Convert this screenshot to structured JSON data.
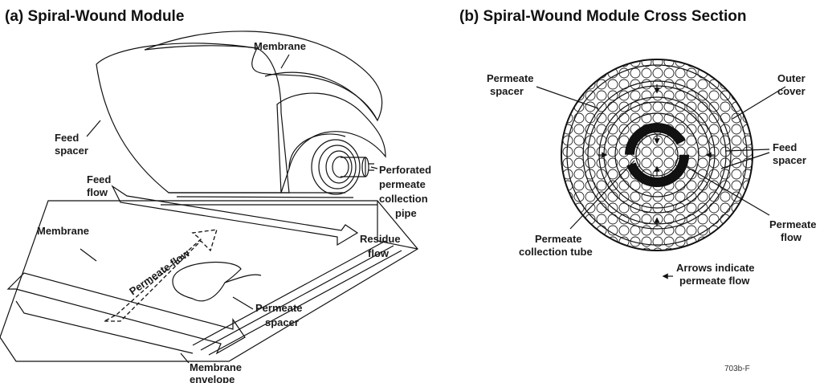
{
  "panel_a": {
    "title": "(a)  Spiral-Wound Module",
    "labels": {
      "membrane_top": "Membrane",
      "feed_spacer_1": "Feed",
      "feed_spacer_2": "spacer",
      "perforated_1": "Perforated",
      "perforated_2": "permeate",
      "perforated_3": "collection",
      "perforated_4": "pipe",
      "feed_flow_1": "Feed",
      "feed_flow_2": "flow",
      "residue_1": "Residue",
      "residue_2": "flow",
      "membrane_left": "Membrane",
      "permeate_flow": "Permeate flow",
      "permeate_spacer_1": "Permeate",
      "permeate_spacer_2": "spacer",
      "envelope_1": "Membrane",
      "envelope_2": "envelope"
    }
  },
  "panel_b": {
    "title": "(b)  Spiral-Wound Module Cross Section",
    "labels": {
      "permeate_spacer_1": "Permeate",
      "permeate_spacer_2": "spacer",
      "outer_cover_1": "Outer",
      "outer_cover_2": "cover",
      "feed_spacer_1": "Feed",
      "feed_spacer_2": "spacer",
      "permeate_flow_1": "Permeate",
      "permeate_flow_2": "flow",
      "collection_tube_1": "Permeate",
      "collection_tube_2": "collection tube",
      "arrows_1": "Arrows indicate",
      "arrows_2": "permeate flow"
    },
    "figure_id": "703b-F"
  },
  "colors": {
    "ink": "#111111",
    "background": "#ffffff",
    "hatch": "#222222"
  }
}
